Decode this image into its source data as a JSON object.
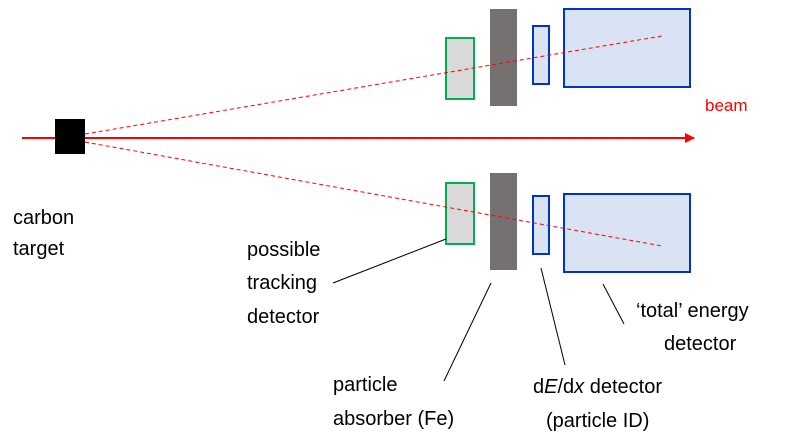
{
  "colors": {
    "beam": "#ff0000",
    "target": "#000000",
    "tracker_fill": "#d9d9d9",
    "tracker_stroke": "#00b050",
    "absorber": "#767171",
    "detector_fill": "#dae3f3",
    "detector_stroke": "#0033cc",
    "leader": "#000000"
  },
  "labels": {
    "beam": "beam",
    "target_line1": "carbon",
    "target_line2": "target",
    "tracker_line1": "possible",
    "tracker_line2": "tracking",
    "tracker_line3": "detector",
    "absorber_line1": "particle",
    "absorber_line2": "absorber (Fe)",
    "dedx_d": "d",
    "dedx_E": "E",
    "dedx_slash": "/d",
    "dedx_x": "x",
    "dedx_rest": " detector",
    "dedx_line2": "(particle ID)",
    "energy_line1": "‘total’ energy",
    "energy_line2": "detector"
  }
}
